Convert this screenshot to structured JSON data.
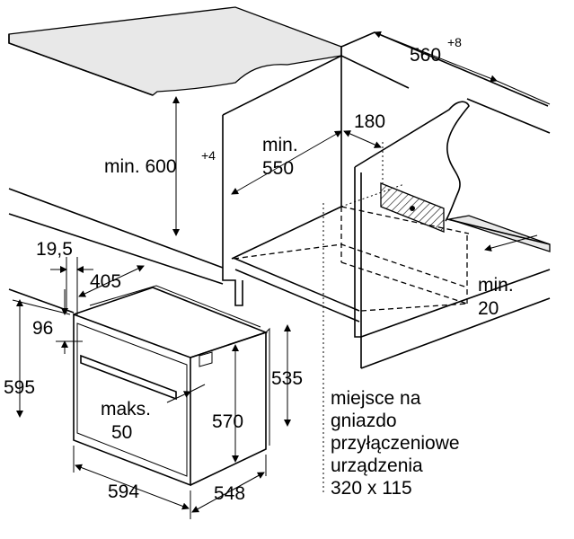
{
  "labels": {
    "width_560": "560",
    "width_560_tol": "+8",
    "depth_180": "180",
    "height_600": "min. 600",
    "height_600_tol": "+4",
    "niche_550_a": "min.",
    "niche_550_b": "550",
    "gap_19_5": "19,5",
    "depth_405": "405",
    "offset_96": "96",
    "height_595": "595",
    "height_535": "535",
    "height_570": "570",
    "maks_a": "maks.",
    "maks_b": "50",
    "width_594": "594",
    "depth_548": "548",
    "min20_a": "min.",
    "min20_b": "20",
    "socket_1": "miejsce na",
    "socket_2": "gniazdo",
    "socket_3": "przyłączeniowe",
    "socket_4": "urządzenia",
    "socket_5": "320 x 115"
  }
}
